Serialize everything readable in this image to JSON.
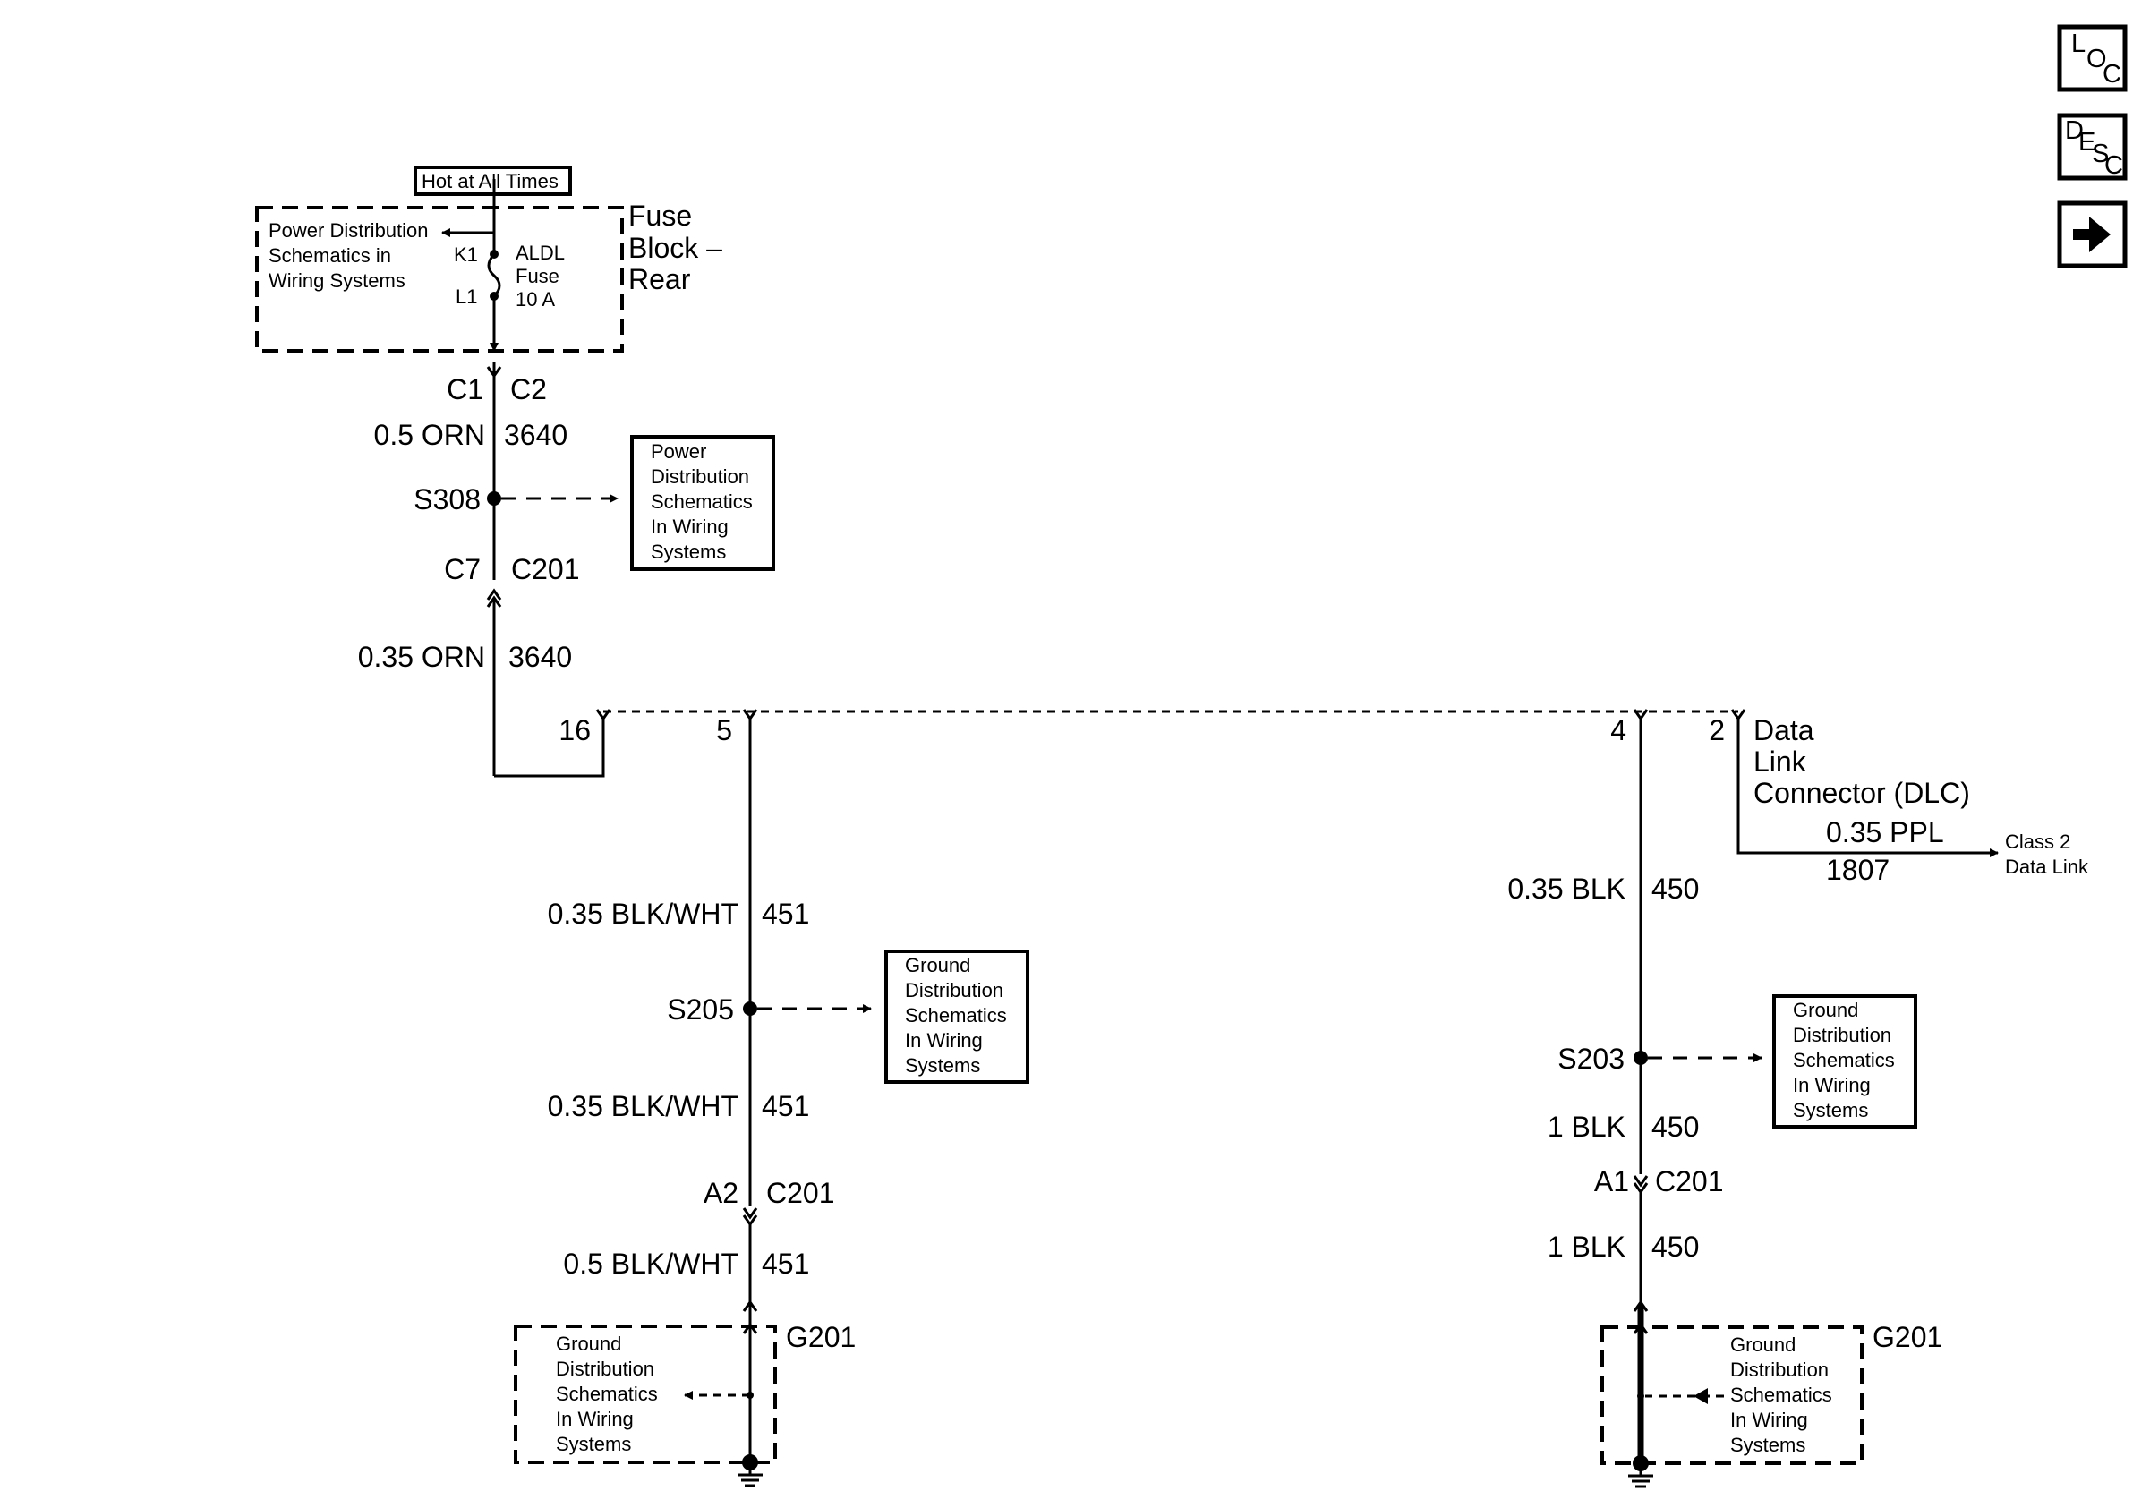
{
  "colors": {
    "ink": "#000000",
    "background": "#ffffff"
  },
  "nav_buttons": {
    "loc": [
      "L",
      "O",
      "C"
    ],
    "desc": [
      "D",
      "E",
      "S",
      "C"
    ],
    "next_icon": "right-arrow-icon"
  },
  "fuse_block": {
    "hot_label": "Hot at All Times",
    "name": [
      "Fuse",
      "Block –",
      "Rear"
    ],
    "power_ref": [
      "Power Distribution",
      "Schematics in",
      "Wiring Systems"
    ],
    "term_top": "K1",
    "term_bottom": "L1",
    "fuse": [
      "ALDL",
      "Fuse",
      "10 A"
    ]
  },
  "connector_c1": {
    "left": "C1",
    "right": "C2"
  },
  "wire_orn_05": {
    "size_color": "0.5 ORN",
    "circuit": "3640"
  },
  "splice_s308": {
    "label": "S308",
    "ref": [
      "Power",
      "Distribution",
      "Schematics",
      "In Wiring",
      "Systems"
    ]
  },
  "connector_c7": {
    "left": "C7",
    "right": "C201"
  },
  "wire_orn_035": {
    "size_color": "0.35 ORN",
    "circuit": "3640"
  },
  "dlc": {
    "pin_16": "16",
    "pin_5": "5",
    "pin_4": "4",
    "pin_2": "2",
    "name": [
      "Data",
      "Link",
      "Connector (DLC)"
    ]
  },
  "class2": {
    "size_color": "0.35 PPL",
    "circuit": "1807",
    "dest": [
      "Class 2",
      "Data Link"
    ]
  },
  "left_ground": {
    "wire1": {
      "size_color": "0.35 BLK/WHT",
      "circuit": "451"
    },
    "splice": "S205",
    "splice_ref": [
      "Ground",
      "Distribution",
      "Schematics",
      "In Wiring",
      "Systems"
    ],
    "wire2": {
      "size_color": "0.35 BLK/WHT",
      "circuit": "451"
    },
    "connector": {
      "pin": "A2",
      "name": "C201"
    },
    "wire3": {
      "size_color": "0.5 BLK/WHT",
      "circuit": "451"
    },
    "ground": "G201",
    "ground_ref": [
      "Ground",
      "Distribution",
      "Schematics",
      "In Wiring",
      "Systems"
    ]
  },
  "right_ground": {
    "wire1": {
      "size_color": "0.35 BLK",
      "circuit": "450"
    },
    "splice": "S203",
    "splice_ref": [
      "Ground",
      "Distribution",
      "Schematics",
      "In Wiring",
      "Systems"
    ],
    "wire2": {
      "size_color": "1 BLK",
      "circuit": "450"
    },
    "connector": {
      "pin": "A1",
      "name": "C201"
    },
    "wire3": {
      "size_color": "1 BLK",
      "circuit": "450"
    },
    "ground": "G201",
    "ground_ref": [
      "Ground",
      "Distribution",
      "Schematics",
      "In Wiring",
      "Systems"
    ]
  }
}
